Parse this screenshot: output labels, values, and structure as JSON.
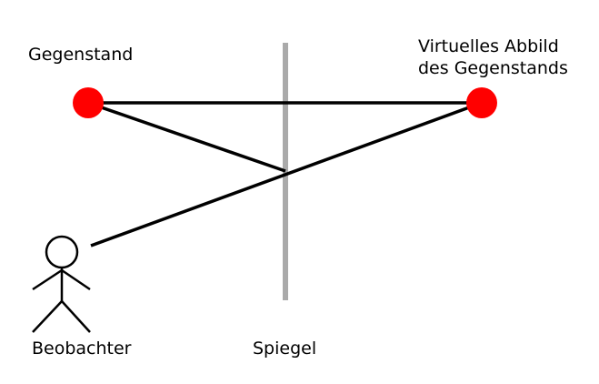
{
  "labels": {
    "object": "Gegenstand",
    "virtual_image_line1": "Virtuelles Abbild",
    "virtual_image_line2": "des Gegenstands",
    "observer": "Beobachter",
    "mirror": "Spiegel"
  },
  "colors": {
    "object": "#ff0000",
    "mirror": "#aaaaaa",
    "lines": "#000000"
  }
}
